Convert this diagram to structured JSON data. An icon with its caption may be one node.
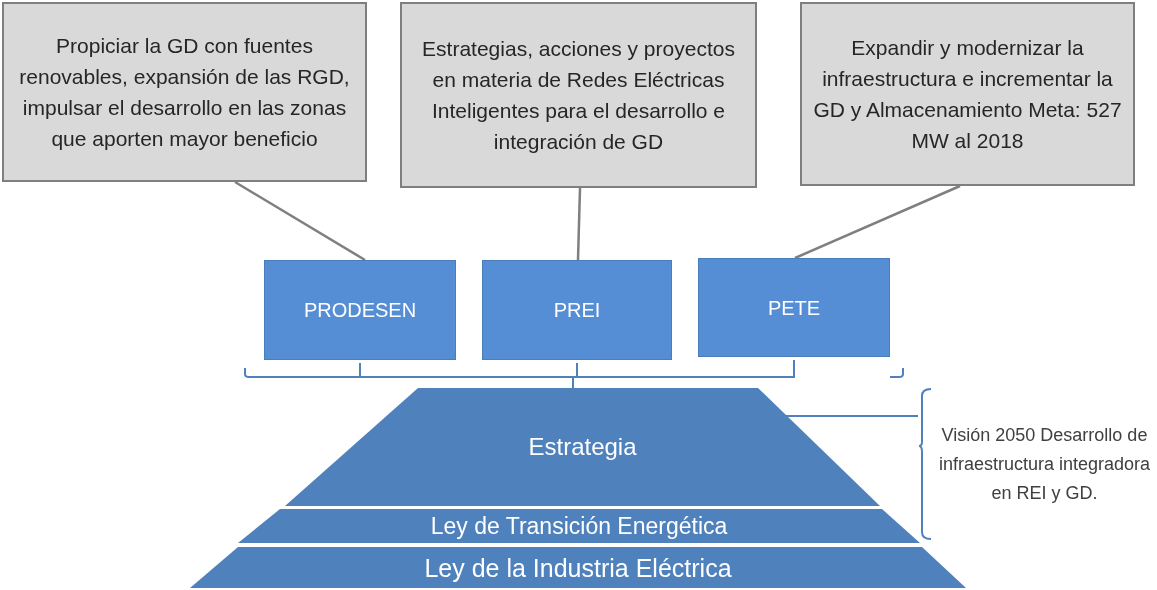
{
  "diagram": {
    "nodes": [
      {
        "text": [
          "Propiciar la GD con fuentes renovables, expansión de las RGD, impulsar el desarrollo en las zonas que aporten mayor beneficio"
        ]
      },
      {
        "text": [
          "Estrategias, acciones y proyectos en materia de Redes Eléctricas Inteligentes para el desarrollo e integración de GD"
        ]
      },
      {
        "text": [
          "Expandir y modernizar la infraestructura e incrementar la GD y Almacenamiento Meta: 527 MW al 2018"
        ]
      },
      {
        "text": [
          "PRODESEN"
        ]
      },
      {
        "text": [
          "PREI"
        ]
      },
      {
        "text": [
          "PETE"
        ]
      },
      {
        "text": [
          "Estrategia"
        ]
      },
      {
        "text": [
          "Ley de Transición Energética"
        ]
      },
      {
        "text": [
          "Ley de la Industria Eléctrica"
        ]
      },
      {
        "text": [
          "Visión 2050 Desarrollo de infraestructura integradora en REI y GD."
        ]
      }
    ],
    "edges": [
      {
        "from": 0,
        "to": 3,
        "arrow": "none"
      },
      {
        "from": 1,
        "to": 4,
        "arrow": "none"
      },
      {
        "from": 2,
        "to": 5,
        "arrow": "none"
      },
      {
        "from": 3,
        "to": 6,
        "arrow": "none",
        "color": "#4f81bd"
      },
      {
        "from": 4,
        "to": 6,
        "arrow": "none",
        "color": "#4f81bd"
      },
      {
        "from": 5,
        "to": 6,
        "arrow": "none",
        "color": "#4f81bd"
      },
      {
        "from": 6,
        "to": 9,
        "arrow": "none",
        "color": "#4f81bd"
      }
    ]
  }
}
